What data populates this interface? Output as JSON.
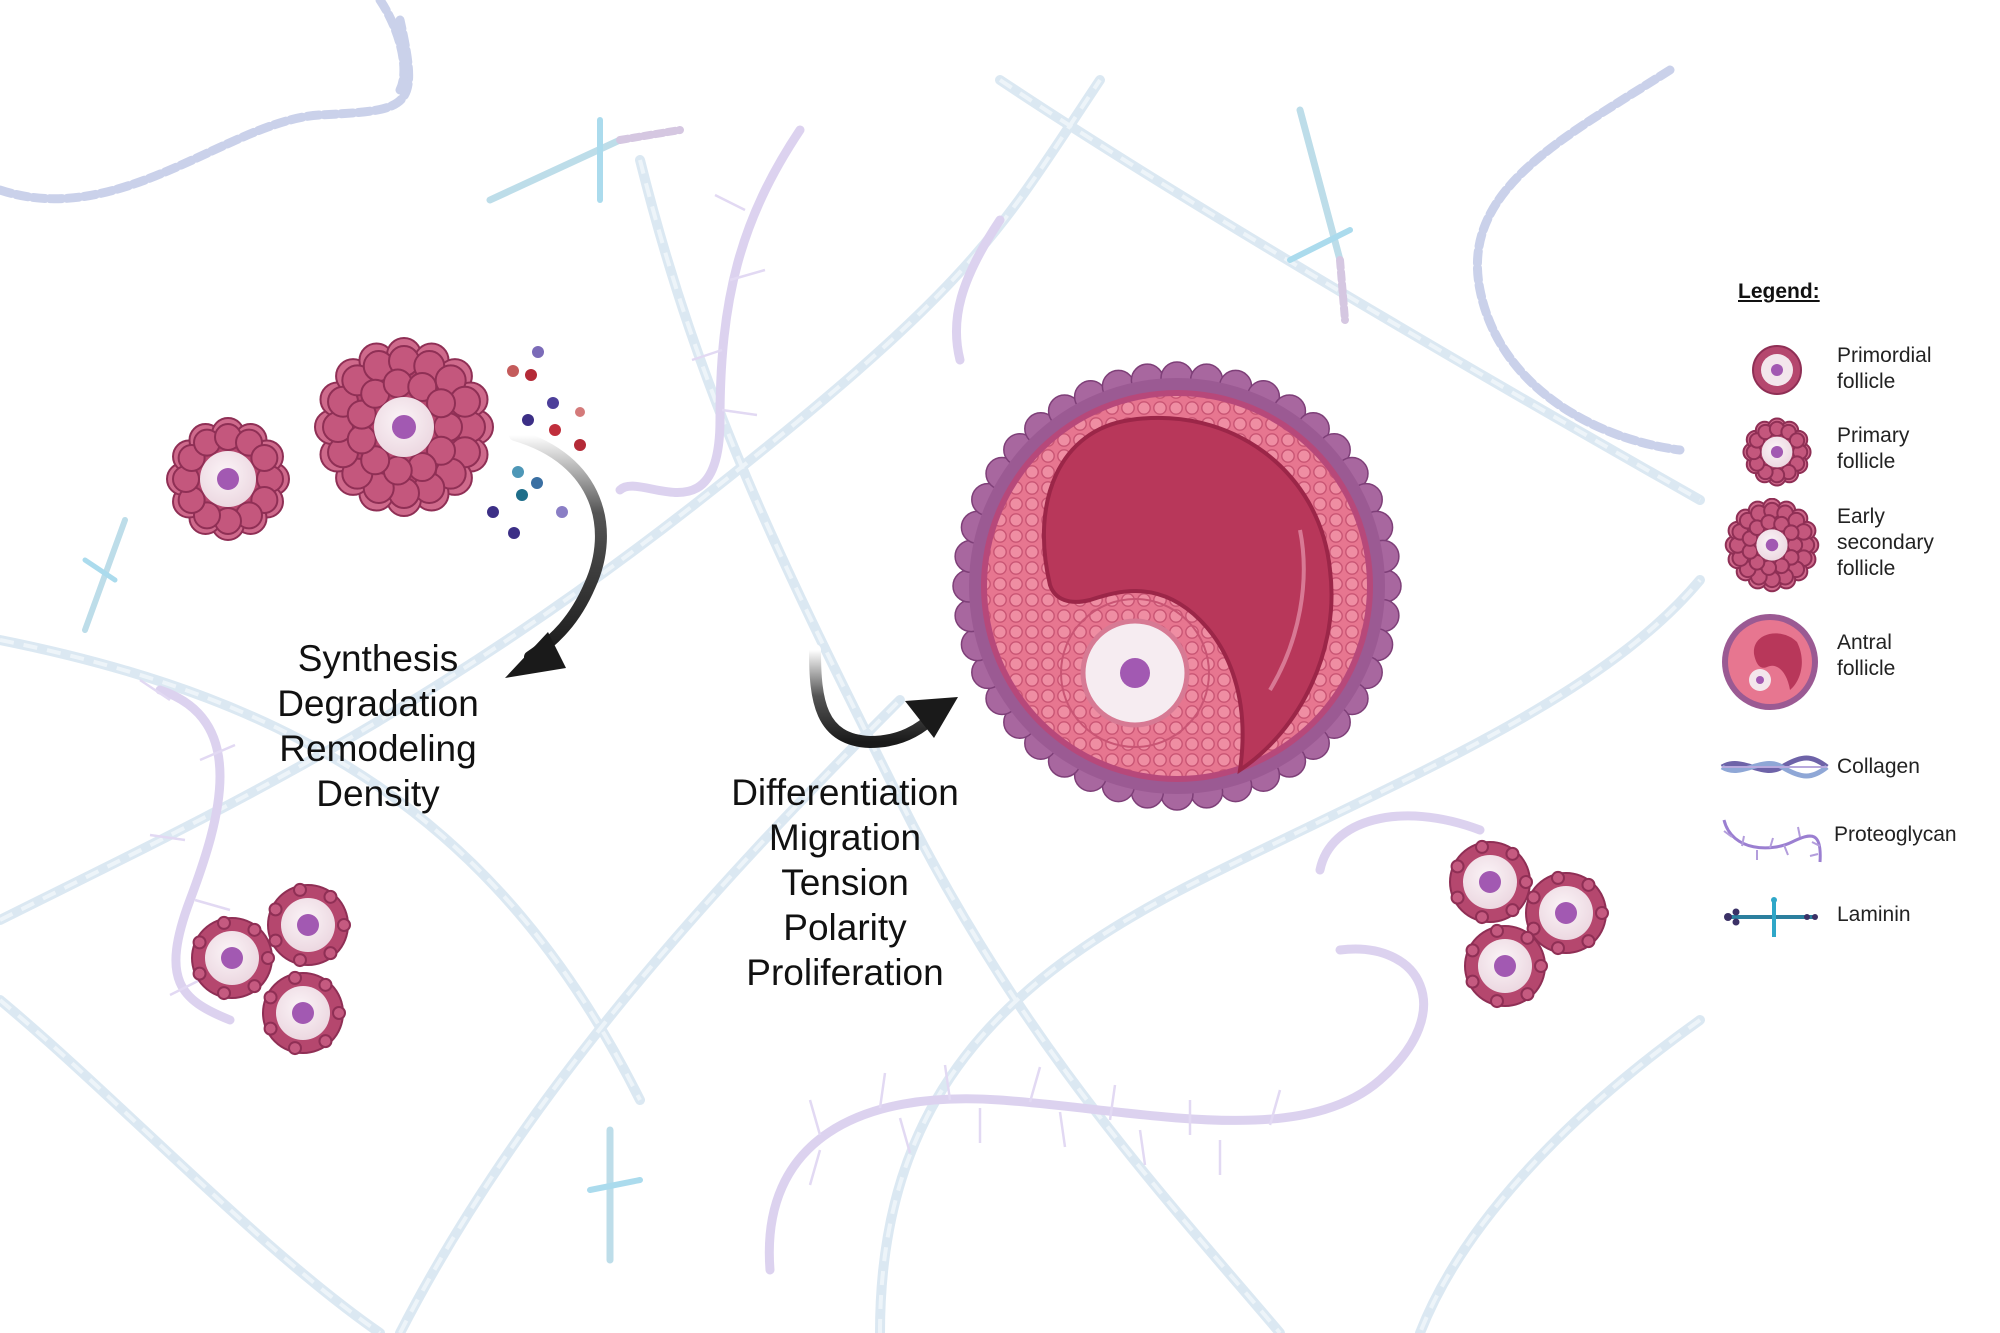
{
  "labels": {
    "ecm_processes": [
      "Synthesis",
      "Degradation",
      "Remodeling",
      "Density"
    ],
    "follicle_processes": [
      "Differentiation",
      "Migration",
      "Tension",
      "Polarity",
      "Proliferation"
    ]
  },
  "legend": {
    "title": "Legend:",
    "items": [
      {
        "icon": "primordial-follicle-icon",
        "lines": [
          "Primordial",
          "follicle"
        ]
      },
      {
        "icon": "primary-follicle-icon",
        "lines": [
          "Primary",
          "follicle"
        ]
      },
      {
        "icon": "early-secondary-follicle-icon",
        "lines": [
          "Early",
          "secondary",
          "follicle"
        ]
      },
      {
        "icon": "antral-follicle-icon",
        "lines": [
          "Antral",
          "follicle"
        ]
      },
      {
        "icon": "collagen-icon",
        "lines": [
          "Collagen"
        ]
      },
      {
        "icon": "proteoglycan-icon",
        "lines": [
          "Proteoglycan"
        ]
      },
      {
        "icon": "laminin-icon",
        "lines": [
          "Laminin"
        ]
      }
    ]
  },
  "colors": {
    "follicle_cell": "#b5476e",
    "follicle_cell_light": "#cf6a8c",
    "oocyte": "#f3e6ec",
    "nucleus": "#a259b2",
    "antrum": "#b8375a",
    "granulosa": "#e8758f",
    "theca": "#9b5a93",
    "collagen": "#c9dcec",
    "proteoglycan": "#c8b6e2",
    "laminin": "#9bc7d8",
    "arrow": "#1a1a1a"
  }
}
